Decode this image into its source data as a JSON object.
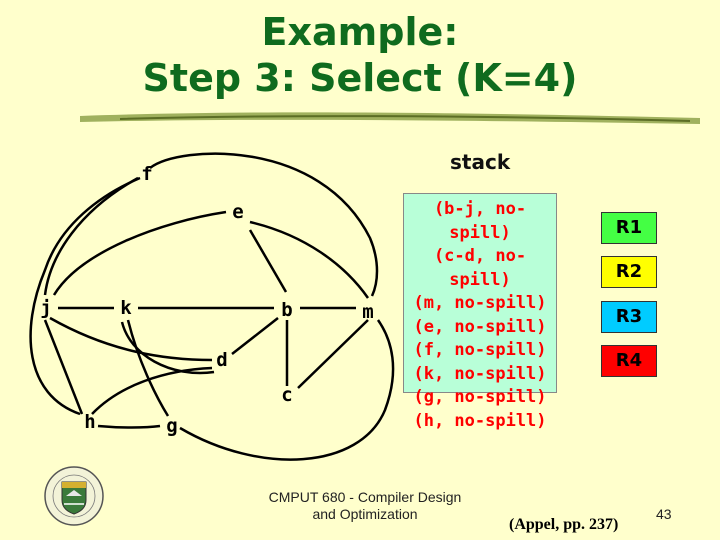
{
  "slide": {
    "title_line1": "Example:",
    "title_line2": "Step 3: Select (K=4)",
    "footer_line1": "CMPUT 680 - Compiler Design",
    "footer_line2": "and Optimization",
    "citation": "(Appel, pp. 237)",
    "page_number": "43",
    "accent_color": "#0f6b1e"
  },
  "graph": {
    "nodes": [
      "f",
      "e",
      "j",
      "k",
      "b",
      "m",
      "d",
      "c",
      "h",
      "g"
    ],
    "edges": [
      [
        "f",
        "m"
      ],
      [
        "f",
        "j"
      ],
      [
        "e",
        "b"
      ],
      [
        "e",
        "m"
      ],
      [
        "e",
        "j"
      ],
      [
        "j",
        "k"
      ],
      [
        "j",
        "d"
      ],
      [
        "j",
        "h"
      ],
      [
        "k",
        "b"
      ],
      [
        "k",
        "g"
      ],
      [
        "b",
        "m"
      ],
      [
        "b",
        "c"
      ],
      [
        "b",
        "d"
      ],
      [
        "m",
        "c"
      ],
      [
        "d",
        "k"
      ],
      [
        "h",
        "g"
      ]
    ]
  },
  "stack": {
    "label": "stack",
    "background": "#b8ffd8",
    "items": [
      "(b-j, no-spill)",
      "(c-d, no-spill)",
      "(m, no-spill)",
      "(e, no-spill)",
      "(f, no-spill)",
      "(k, no-spill)",
      "(g, no-spill)",
      "(h, no-spill)"
    ]
  },
  "registers": [
    {
      "label": "R1",
      "color": "#44ff44"
    },
    {
      "label": "R2",
      "color": "#ffff00"
    },
    {
      "label": "R3",
      "color": "#00ccff"
    },
    {
      "label": "R4",
      "color": "#ff0000"
    }
  ]
}
